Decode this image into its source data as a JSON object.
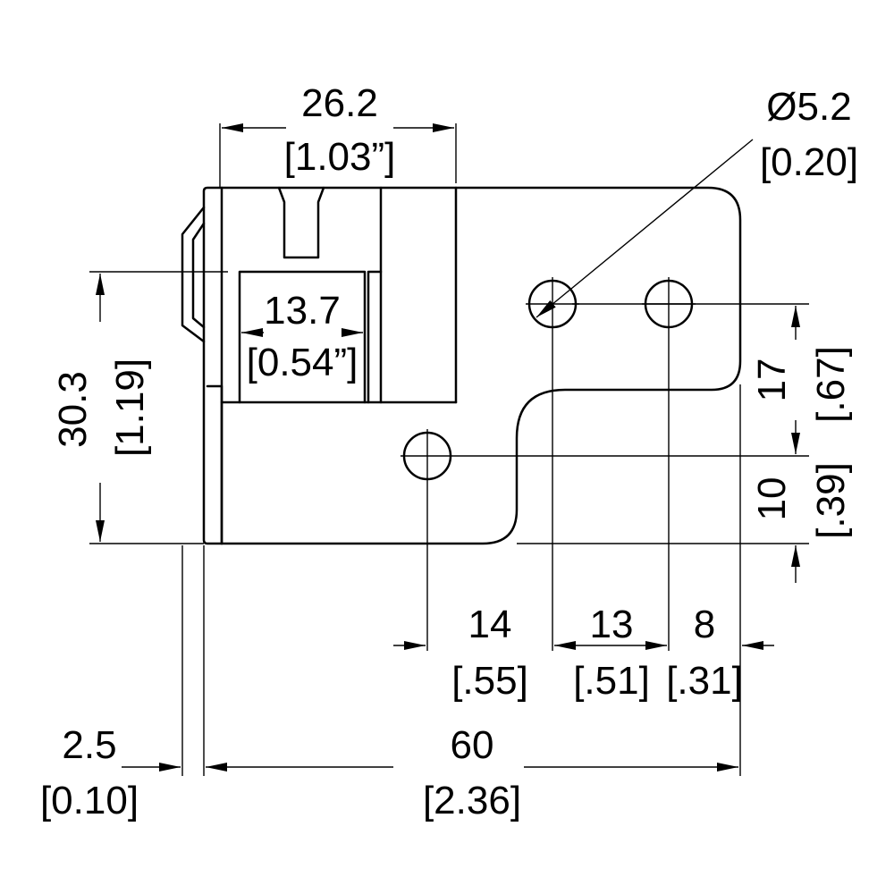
{
  "dimensions": {
    "top_width": {
      "metric": "26.2",
      "imperial": "[1.03”]"
    },
    "hole_diameter": {
      "metric": "Ø5.2",
      "imperial": "[0.20]"
    },
    "slot_width": {
      "metric": "13.7",
      "imperial": "[0.54”]"
    },
    "height": {
      "metric": "30.3",
      "imperial": "[1.19]"
    },
    "hole_spacing_vertical": {
      "metric": "17",
      "imperial": "[.67]"
    },
    "bottom_hole_offset": {
      "metric": "10",
      "imperial": "[.39]"
    },
    "hole_offset_14": {
      "metric": "14",
      "imperial": "[.55]"
    },
    "hole_spacing_13": {
      "metric": "13",
      "imperial": "[.51]"
    },
    "edge_offset_8": {
      "metric": "8",
      "imperial": "[.31]"
    },
    "thickness": {
      "metric": "2.5",
      "imperial": "[0.10]"
    },
    "overall_length": {
      "metric": "60",
      "imperial": "[2.36]"
    }
  }
}
